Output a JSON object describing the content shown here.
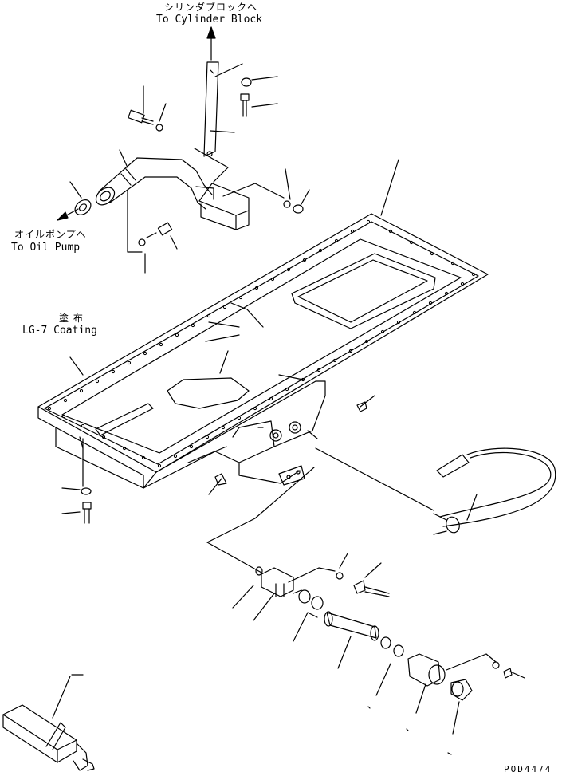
{
  "labels": {
    "to_cylinder_block_jp": "シリンダブロックへ",
    "to_cylinder_block_en": "To Cylinder Block",
    "to_oil_pump_jp": "オイルポンプへ",
    "to_oil_pump_en": "To Oil Pump",
    "coating_jp": "塗 布",
    "coating_en": "LG-7 Coating",
    "drawing_code": "POD4474"
  },
  "colors": {
    "line": "#000000",
    "background": "#ffffff"
  }
}
